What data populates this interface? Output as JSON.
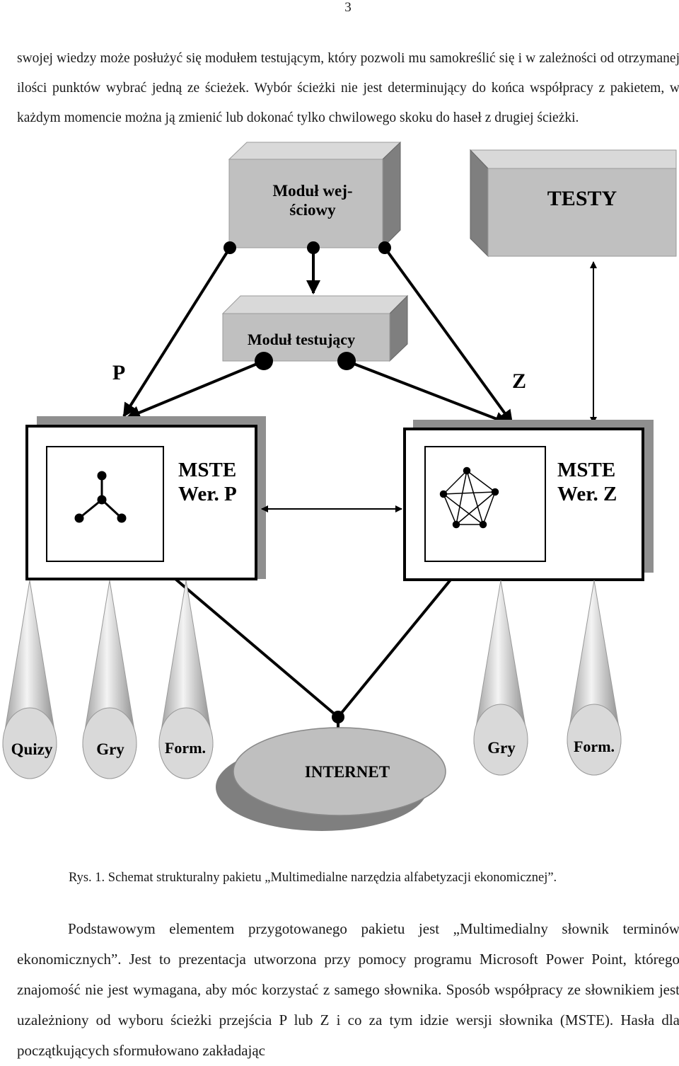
{
  "page_number": "3",
  "paragraph_top": "swojej wiedzy może posłużyć się modułem testującym, który pozwoli mu samokreślić się i w zależności od otrzymanej ilości punktów wybrać jedną ze ścieżek. Wybór ścieżki nie jest determinujący do końca współpracy z pakietem, w każdym momencie można ją zmienić lub dokonać tylko chwilowego skoku do haseł z drugiej ścieżki.",
  "diagram": {
    "input_module_line1": "Moduł wej-",
    "input_module_line2": "ściowy",
    "tests_box": "TESTY",
    "test_module": "Moduł testujący",
    "path_p": "P",
    "path_z": "Z",
    "mste_p_line1": "MSTE",
    "mste_p_line2": "Wer. P",
    "mste_z_line1": "MSTE",
    "mste_z_line2": "Wer. Z",
    "cone_quizy": "Quizy",
    "cone_gry_left": "Gry",
    "cone_form_left": "Form.",
    "cone_gry_right": "Gry",
    "cone_form_right": "Form.",
    "internet": "INTERNET"
  },
  "caption": "Rys. 1. Schemat strukturalny pakietu „Multimedialne narzędzia alfabetyzacji ekonomicznej”.",
  "paragraph_bottom": "Podstawowym elementem przygotowanego pakietu jest „Multimedialny słownik terminów ekonomicznych”. Jest to prezentacja utworzona przy pomocy programu Microsoft Power Point, którego znajomość nie jest wymagana, aby móc korzystać z samego słownika. Sposób współpracy ze słownikiem jest uzależniony od wyboru ścieżki przejścia P lub Z i co za tym idzie wersji słownika (MSTE). Hasła dla początkujących sformułowano zakładając"
}
